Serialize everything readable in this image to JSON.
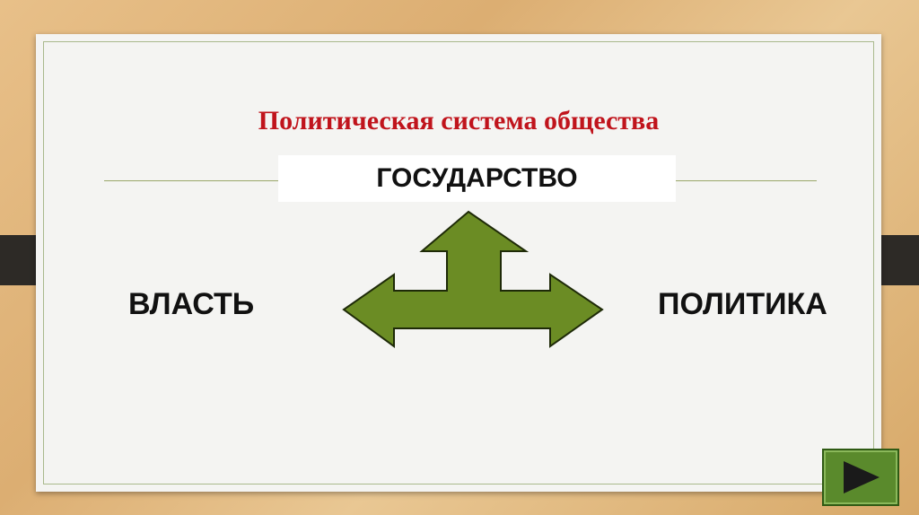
{
  "slide": {
    "title": "Политическая система общества",
    "state": "ГОСУДАРСТВО",
    "left_term": "ВЛАСТЬ",
    "right_term": "ПОЛИТИКА"
  },
  "colors": {
    "title": "#c0141c",
    "arrow_fill": "#6b8c24",
    "arrow_stroke": "#1e2a08",
    "button": "#5a8a2c"
  },
  "icons": {
    "arrow": "three-way-arrow-icon",
    "next": "play-triangle-icon"
  }
}
